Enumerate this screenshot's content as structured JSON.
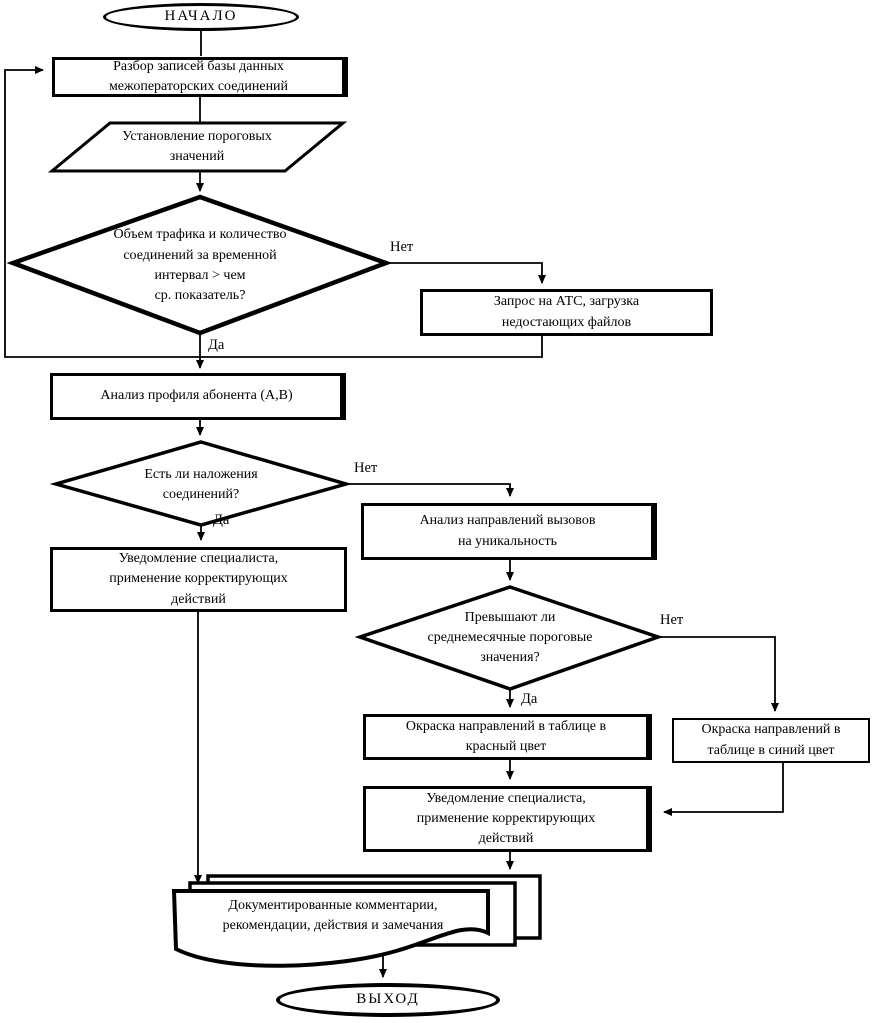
{
  "colors": {
    "ink": "#000000",
    "background": "#ffffff"
  },
  "nodes": {
    "start": {
      "text": "НАЧАЛО"
    },
    "parse_db": {
      "text": "Разбор записей базы данных\nмежоператорских соединений"
    },
    "set_thresholds": {
      "text": "Установление пороговых\nзначений"
    },
    "traffic_decision": {
      "text": "Объем трафика и количество\nсоединений за временной\nинтервал > чем\nср. показатель?"
    },
    "request_atc": {
      "text": "Запрос на АТС, загрузка\nнедостающих файлов"
    },
    "analyze_profile": {
      "text": "Анализ профиля абонента (А,В)"
    },
    "overlap_decision": {
      "text": "Есть ли наложения\nсоединений?"
    },
    "notify_specialist_left": {
      "text": "Уведомление специалиста,\nприменение корректирующих\nдействий"
    },
    "analyze_directions": {
      "text": "Анализ направлений вызовов\nна уникальность"
    },
    "exceed_decision": {
      "text": "Превышают ли\nсреднемесячные пороговые\nзначения?"
    },
    "color_red": {
      "text": "Окраска направлений в таблице в\nкрасный цвет"
    },
    "color_blue": {
      "text": "Окраска направлений в\nтаблице в синий цвет"
    },
    "notify_specialist_right": {
      "text": "Уведомление специалиста,\nприменение корректирующих\nдействий"
    },
    "document_comments": {
      "text": "Документированные комментарии,\nрекомендации, действия и замечания"
    },
    "end": {
      "text": "ВЫХОД"
    }
  },
  "edge_labels": {
    "traffic_no": "Нет",
    "traffic_yes": "Да",
    "overlap_no": "Нет",
    "overlap_yes": "Да",
    "exceed_no": "Нет",
    "exceed_yes": "Да"
  }
}
